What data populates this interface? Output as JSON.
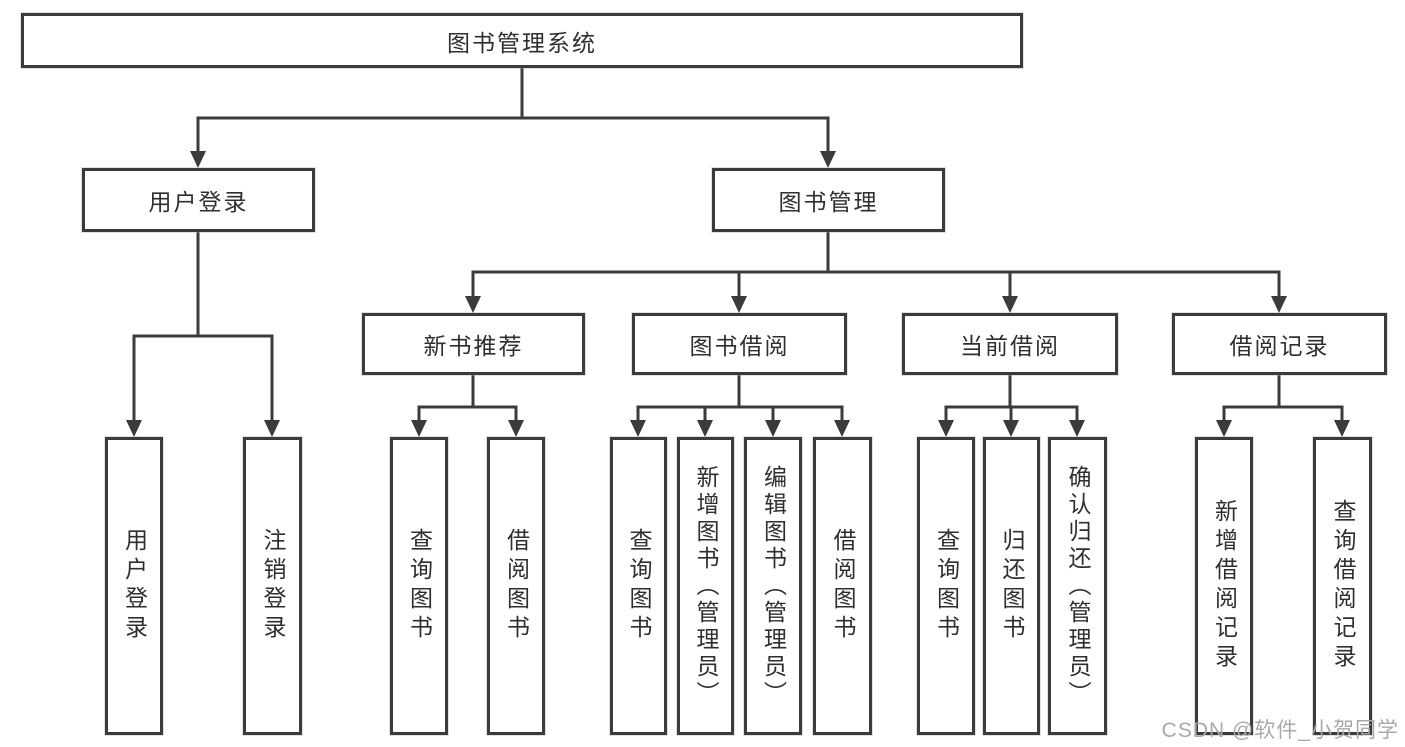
{
  "diagram": {
    "root": {
      "label": "图书管理系统"
    },
    "branches": [
      {
        "label": "用户登录",
        "children": [
          {
            "label": "用户登录"
          },
          {
            "label": "注销登录"
          }
        ]
      },
      {
        "label": "图书管理",
        "children": [
          {
            "label": "新书推荐",
            "children": [
              {
                "label": "查询图书"
              },
              {
                "label": "借阅图书"
              }
            ]
          },
          {
            "label": "图书借阅",
            "children": [
              {
                "label": "查询图书"
              },
              {
                "label": "新增图书（管理员）"
              },
              {
                "label": "编辑图书（管理员）"
              },
              {
                "label": "借阅图书"
              }
            ]
          },
          {
            "label": "当前借阅",
            "children": [
              {
                "label": "查询图书"
              },
              {
                "label": "归还图书"
              },
              {
                "label": "确认归还（管理员）"
              }
            ]
          },
          {
            "label": "借阅记录",
            "children": [
              {
                "label": "新增借阅记录"
              },
              {
                "label": "查询借阅记录"
              }
            ]
          }
        ]
      }
    ]
  },
  "watermark": {
    "text": "CSDN @软件_小贺同学"
  },
  "colors": {
    "line": "#3b3b3b",
    "text": "#2f2f2f",
    "watermark": "#a9a9a9",
    "background": "#ffffff"
  }
}
